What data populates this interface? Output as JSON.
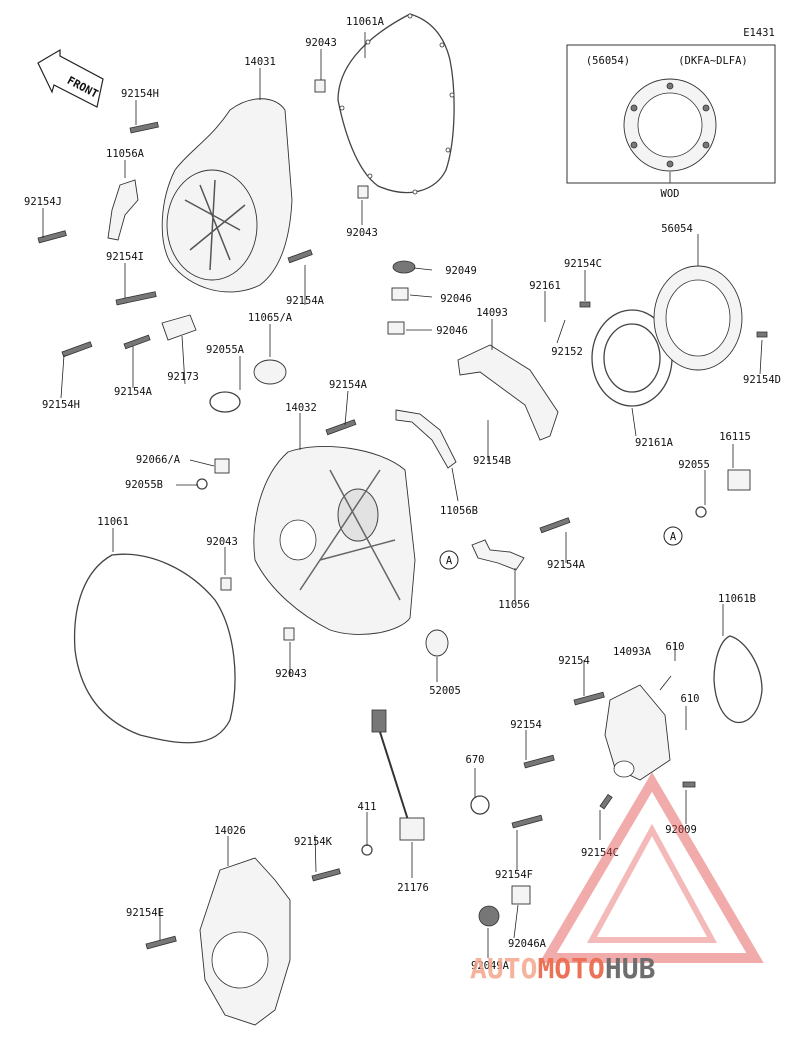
{
  "diagram": {
    "code": "E1431",
    "front_label": "FRONT",
    "inset": {
      "part_ref": "(56054)",
      "models": "(DKFA~DLFA)",
      "caption": "WOD"
    },
    "watermark": {
      "part1": "AUTO",
      "part2": "MOTO",
      "part3": "HUB"
    },
    "callouts": [
      {
        "id": "c01",
        "text": "11061A"
      },
      {
        "id": "c02",
        "text": "92043"
      },
      {
        "id": "c03",
        "text": "14031"
      },
      {
        "id": "c04",
        "text": "92154H"
      },
      {
        "id": "c05",
        "text": "11056A"
      },
      {
        "id": "c06",
        "text": "92154J"
      },
      {
        "id": "c07",
        "text": "92043"
      },
      {
        "id": "c08",
        "text": "92154I"
      },
      {
        "id": "c09",
        "text": "92154A"
      },
      {
        "id": "c10",
        "text": "11065/A"
      },
      {
        "id": "c11",
        "text": "92055A"
      },
      {
        "id": "c12",
        "text": "92173"
      },
      {
        "id": "c13",
        "text": "92154H"
      },
      {
        "id": "c14",
        "text": "92154A"
      },
      {
        "id": "c15",
        "text": "92049"
      },
      {
        "id": "c16",
        "text": "92046"
      },
      {
        "id": "c17",
        "text": "92046"
      },
      {
        "id": "c18",
        "text": "92161"
      },
      {
        "id": "c19",
        "text": "92154C"
      },
      {
        "id": "c20",
        "text": "56054"
      },
      {
        "id": "c21",
        "text": "14093"
      },
      {
        "id": "c22",
        "text": "92152"
      },
      {
        "id": "c23",
        "text": "92154D"
      },
      {
        "id": "c24",
        "text": "92154A"
      },
      {
        "id": "c25",
        "text": "14032"
      },
      {
        "id": "c26",
        "text": "92066/A"
      },
      {
        "id": "c27",
        "text": "92055B"
      },
      {
        "id": "c28",
        "text": "92154B"
      },
      {
        "id": "c29",
        "text": "92161A"
      },
      {
        "id": "c30",
        "text": "16115"
      },
      {
        "id": "c31",
        "text": "92055"
      },
      {
        "id": "c32",
        "text": "11056B"
      },
      {
        "id": "c33",
        "text": "11061"
      },
      {
        "id": "c34",
        "text": "92043"
      },
      {
        "id": "c35",
        "text": "92154A"
      },
      {
        "id": "c36",
        "text": "11056"
      },
      {
        "id": "c37",
        "text": "92043"
      },
      {
        "id": "c38",
        "text": "52005"
      },
      {
        "id": "c39",
        "text": "11061B"
      },
      {
        "id": "c40",
        "text": "610"
      },
      {
        "id": "c41",
        "text": "92154"
      },
      {
        "id": "c42",
        "text": "14093A"
      },
      {
        "id": "c43",
        "text": "610"
      },
      {
        "id": "c44",
        "text": "92154"
      },
      {
        "id": "c45",
        "text": "670"
      },
      {
        "id": "c46",
        "text": "411"
      },
      {
        "id": "c47",
        "text": "14026"
      },
      {
        "id": "c48",
        "text": "92154K"
      },
      {
        "id": "c49",
        "text": "21176"
      },
      {
        "id": "c50",
        "text": "92009"
      },
      {
        "id": "c51",
        "text": "92154F"
      },
      {
        "id": "c52",
        "text": "92154C"
      },
      {
        "id": "c53",
        "text": "92154E"
      },
      {
        "id": "c54",
        "text": "92046A"
      },
      {
        "id": "c55",
        "text": "92049A"
      }
    ],
    "markers": [
      {
        "id": "m1",
        "text": "A"
      },
      {
        "id": "m2",
        "text": "A"
      }
    ]
  }
}
